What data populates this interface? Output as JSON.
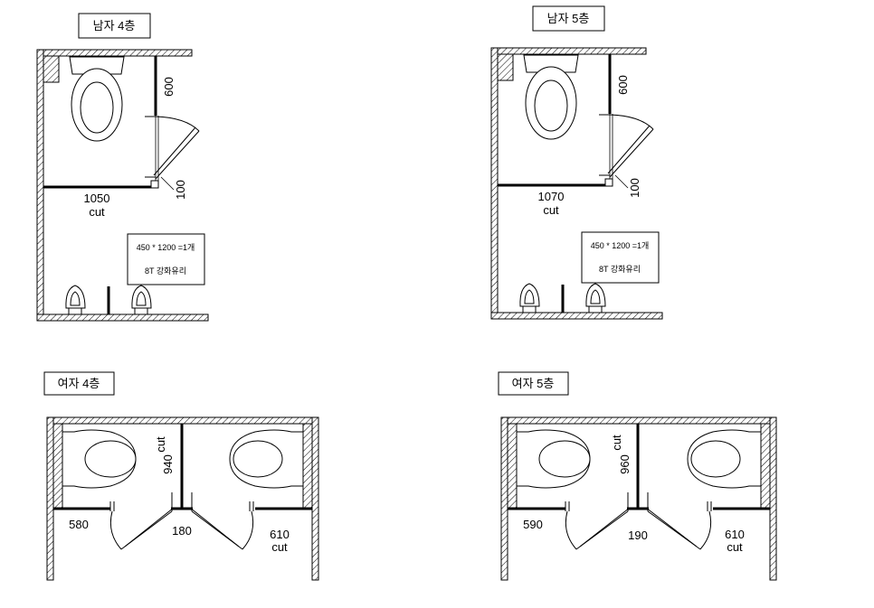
{
  "panels": {
    "male_4": {
      "title": "남자 4층",
      "dim_top": "600",
      "dim_gap": "100",
      "partition_value": "1050",
      "partition_note": "cut",
      "glass_size": "450 * 1200 =1개",
      "glass_spec": "8T 강화유리"
    },
    "male_5": {
      "title": "남자 5층",
      "dim_top": "600",
      "dim_gap": "100",
      "partition_value": "1070",
      "partition_note": "cut",
      "glass_size": "450 * 1200 =1개",
      "glass_spec": "8T 강화유리"
    },
    "female_4": {
      "title": "여자 4층",
      "left_dim": "580",
      "center_dim": "180",
      "right_dim": "610",
      "right_note": "cut",
      "vertical_dim": "940",
      "vertical_note": "cut"
    },
    "female_5": {
      "title": "여자 5층",
      "left_dim": "590",
      "center_dim": "190",
      "right_dim": "610",
      "right_note": "cut",
      "vertical_dim": "960",
      "vertical_note": "cut"
    }
  }
}
